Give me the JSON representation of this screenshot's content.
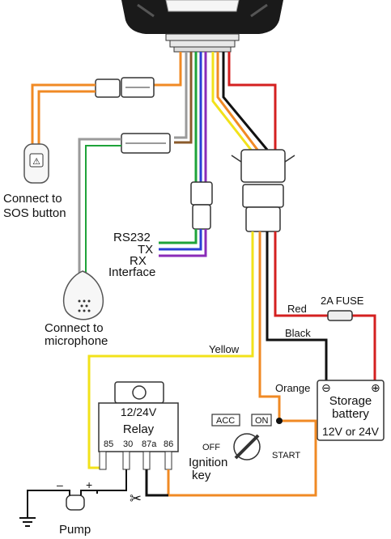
{
  "labels": {
    "sos": [
      "Connect to",
      "SOS button"
    ],
    "microphone": [
      "Connect to",
      "microphone"
    ],
    "interface": [
      "RS232",
      "TX",
      "RX",
      "Interface"
    ],
    "fuse": "2A  FUSE",
    "red": "Red",
    "black": "Black",
    "yellow": "Yellow",
    "orange": "Orange",
    "battery": [
      "Storage",
      "battery",
      "12V or 24V"
    ],
    "battery_minus": "⊖",
    "battery_plus": "⊕",
    "relay": [
      "12/24V",
      "Relay"
    ],
    "relay_pins": [
      "85",
      "30",
      "87a",
      "86"
    ],
    "ignition": [
      "Ignition",
      "key"
    ],
    "ignition_positions": [
      "ACC",
      "ON",
      "OFF",
      "START"
    ],
    "pump": "Pump",
    "pump_minus": "–",
    "pump_plus": "+",
    "sos_button_glyph": "⚠",
    "scissors_glyph": "✂"
  },
  "colors": {
    "orange": "#f08a24",
    "red": "#d42020",
    "black": "#111111",
    "yellow": "#f2e21a",
    "green": "#1ea33a",
    "blue": "#2a3fd6",
    "purple": "#8a2bb8",
    "gray": "#9a9a9a",
    "brown": "#8a5a2b",
    "white_wire": "#dddddd"
  }
}
